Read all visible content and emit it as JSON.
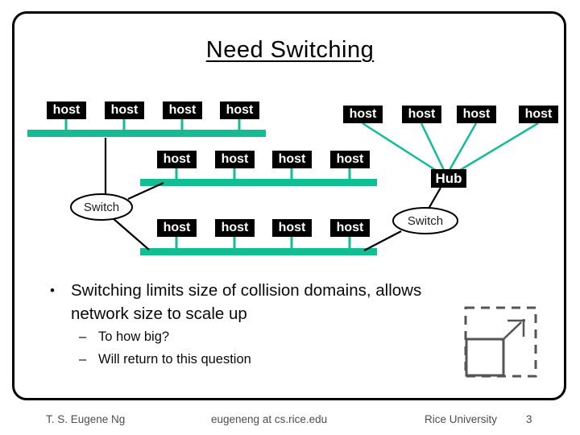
{
  "title": "Need Switching",
  "colors": {
    "bus_teal": "#12bd94",
    "label_bg_black": "#000000",
    "label_text_white": "#ffffff",
    "scale_icon_gray": "#555555",
    "footer_gray": "#4d4d4d"
  },
  "diagram": {
    "host_label": "host",
    "hub_label": "Hub",
    "switch_left_label": "Switch",
    "switch_right_label": "Switch"
  },
  "bullets": {
    "bullet_char": "•",
    "main_lines": [
      "Switching limits size of collision domains, allows",
      "network size to scale up"
    ],
    "dash_char": "–",
    "sub_items": [
      "To how big?",
      "Will return to this question"
    ]
  },
  "footer": {
    "author": "T. S. Eugene Ng",
    "email": "eugeneng at cs.rice.edu",
    "institution": "Rice University",
    "page_number": "3"
  }
}
